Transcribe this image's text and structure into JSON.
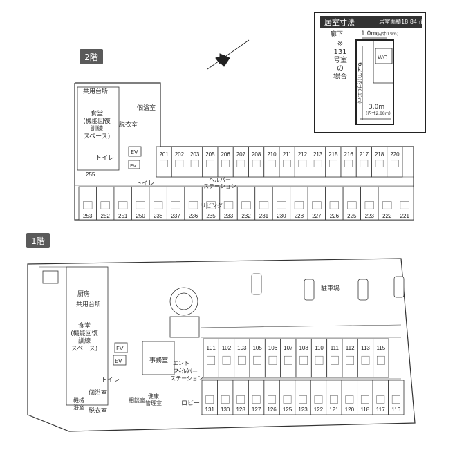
{
  "floor2": {
    "badge": "2階",
    "room_top": [
      "201",
      "202",
      "203",
      "205",
      "206",
      "207",
      "208",
      "210",
      "211",
      "212",
      "213",
      "215",
      "216",
      "217",
      "218",
      "220"
    ],
    "room_bottom": [
      "253",
      "252",
      "251",
      "250",
      "238",
      "237",
      "236",
      "235",
      "233",
      "232",
      "231",
      "230",
      "228",
      "227",
      "226",
      "225",
      "223",
      "222",
      "221"
    ],
    "room_side": "255",
    "labels": {
      "kitchen": "共用台所",
      "dining": "食堂\n(機能回復\n訓練\nスペース)",
      "bath": "個浴室",
      "changing": "脱衣室",
      "ev": "EV",
      "toilet": "トイレ",
      "helper": "ヘルパー\nステーション",
      "living": "リビング"
    }
  },
  "floor1": {
    "badge": "1階",
    "room_top": [
      "101",
      "102",
      "103",
      "105",
      "106",
      "107",
      "108",
      "110",
      "111",
      "112",
      "113",
      "115"
    ],
    "room_bottom": [
      "131",
      "130",
      "128",
      "127",
      "126",
      "125",
      "123",
      "122",
      "121",
      "120",
      "118",
      "117",
      "116"
    ],
    "labels": {
      "kitchen_room": "厨房",
      "kitchen": "共用台所",
      "dining": "食堂\n(機能回復\n訓練\nスペース)",
      "ev": "EV",
      "office": "事務室",
      "entrance": "エント\nランス",
      "toilet": "トイレ",
      "bath": "個浴室",
      "machine_bath": "機械\n浴室",
      "changing": "脱衣室",
      "consult": "相談室",
      "health": "健康\n管理室",
      "helper": "ヘルパー\nステーション",
      "lobby": "ロビー",
      "parking": "駐車場"
    }
  },
  "spec": {
    "title": "居室寸法",
    "area": "居室面積18.84㎡",
    "corridor": "廊下",
    "note": "※\n131\n号室\nの\n場合",
    "width_top": "1.0m",
    "width_top_inner": "(内寸0.9m)",
    "depth": "6.2m",
    "depth_inner": "(内寸6.13m)",
    "wc": "WC",
    "width_bottom": "3.0m",
    "width_bottom_inner": "(内寸2.88m)"
  }
}
